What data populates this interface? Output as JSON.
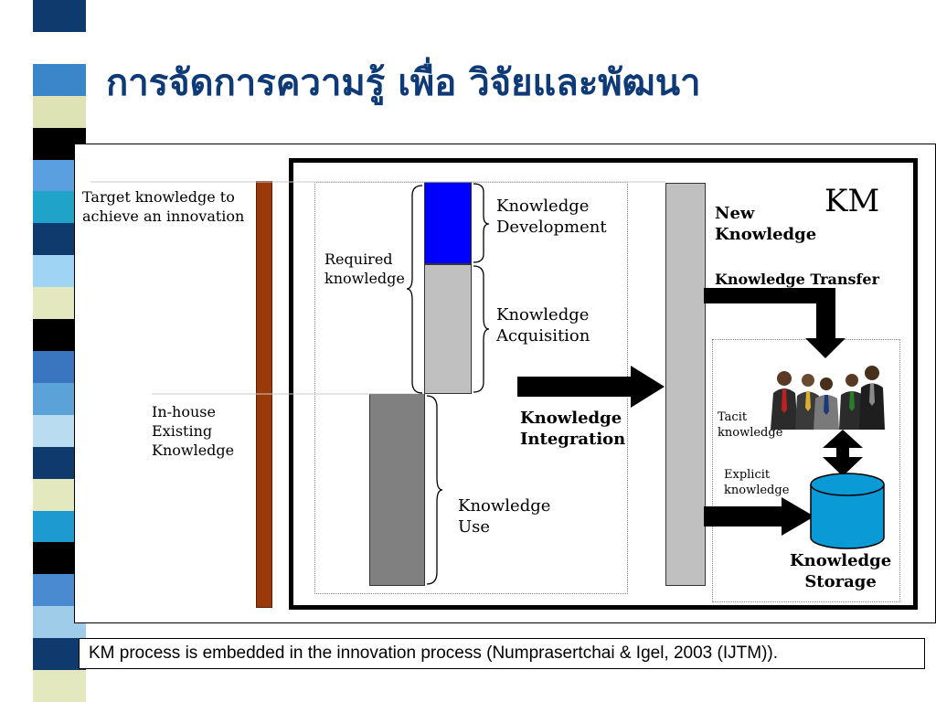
{
  "title": "การจัดการความรู้ เพื่อ วิจัยและพัฒนา",
  "diagram": {
    "km_label": "KM",
    "target_knowledge": [
      "Target knowledge to",
      "achieve an innovation"
    ],
    "required_knowledge": [
      "Required",
      "knowledge"
    ],
    "inhouse_knowledge": [
      "In-house",
      "Existing",
      "Knowledge"
    ],
    "knowledge_development": [
      "Knowledge",
      "Development"
    ],
    "knowledge_acquisition": [
      "Knowledge",
      "Acquisition"
    ],
    "knowledge_use": [
      "Knowledge",
      "Use"
    ],
    "knowledge_integration": [
      "Knowledge",
      "Integration"
    ],
    "new_knowledge": [
      "New",
      "Knowledge"
    ],
    "knowledge_transfer": "Knowledge Transfer",
    "tacit_knowledge": [
      "Tacit",
      "knowledge"
    ],
    "explicit_knowledge": [
      "Explicit",
      "knowledge"
    ],
    "knowledge_storage": [
      "Knowledge",
      "Storage"
    ]
  },
  "caption": "KM process is embedded in the innovation process (Numprasertchai & Igel, 2003 (IJTM)).",
  "colors": {
    "title": "#0f3a78",
    "innovation_bar": "#9a3a0a",
    "development_block": "#0000ff",
    "acquisition_block": "#c0c0c0",
    "use_block": "#808080",
    "transfer_bar": "#c0c0c0",
    "storage_cylinder": "#0a9ad6"
  },
  "stripes": [
    "#0e3a6e",
    "#ffffff",
    "#3a86c8",
    "#dde3b4",
    "#000000",
    "#5a9fe0",
    "#1fa3c8",
    "#0e3a6e",
    "#9fd4f5",
    "#e4e8be",
    "#000000",
    "#3a76c0",
    "#5aa2d8",
    "#b9dcf0",
    "#0e3a6e",
    "#e4e8be",
    "#1d9ad0",
    "#000000",
    "#4a8ad0",
    "#9fcce8",
    "#0e3a6e",
    "#e4e8be"
  ]
}
